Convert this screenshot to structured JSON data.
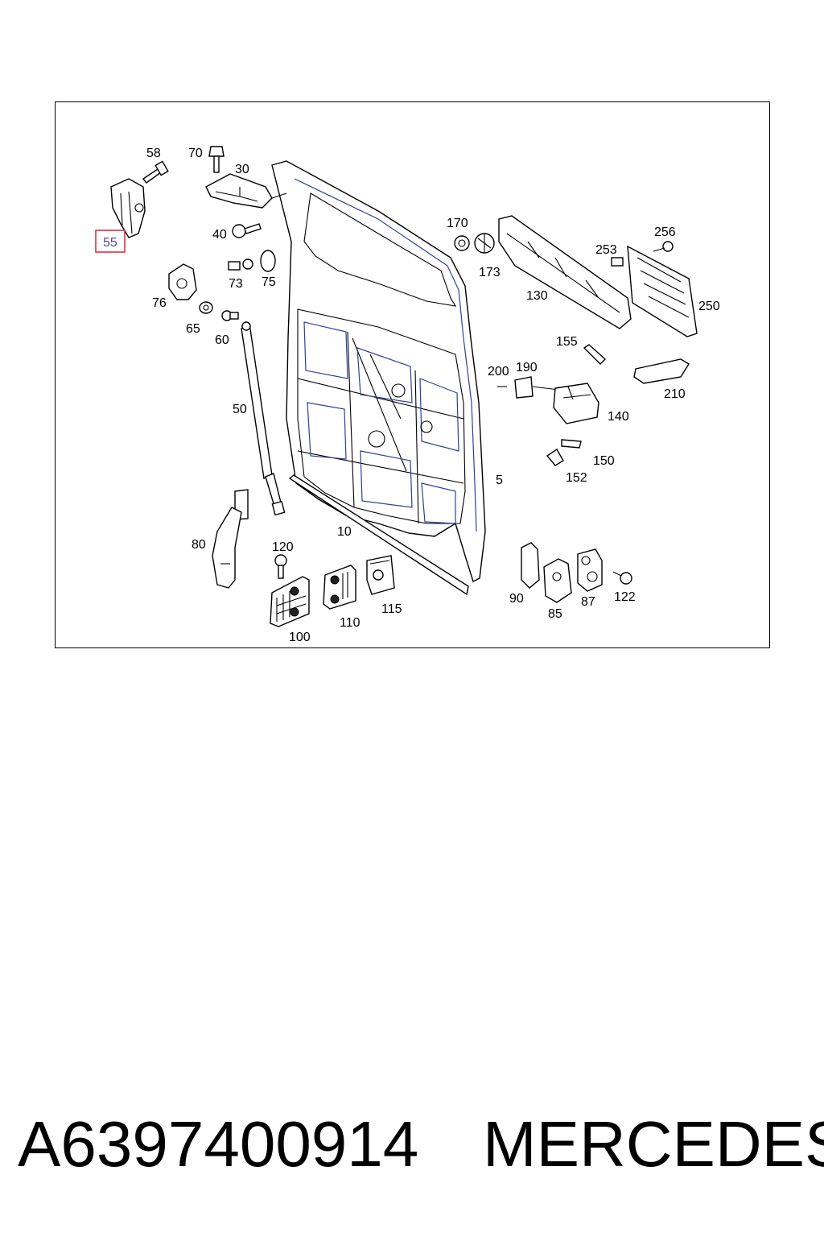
{
  "diagram": {
    "callouts": [
      "5",
      "10",
      "30",
      "40",
      "50",
      "55",
      "58",
      "60",
      "65",
      "70",
      "73",
      "75",
      "76",
      "80",
      "85",
      "87",
      "90",
      "100",
      "110",
      "115",
      "120",
      "122",
      "130",
      "140",
      "150",
      "152",
      "155",
      "170",
      "173",
      "190",
      "200",
      "210",
      "250",
      "253",
      "256"
    ],
    "highlighted_callout": "55",
    "highlight_color": "#e03040"
  },
  "caption": {
    "part_number": "A6397400914",
    "brand": "MERCEDES"
  }
}
